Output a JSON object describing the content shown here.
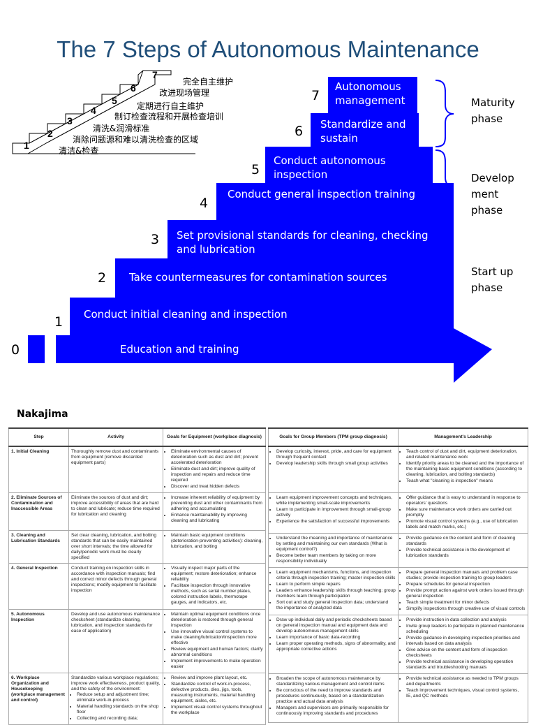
{
  "title": "The 7 Steps of Autonomous Maintenance",
  "stairs": {
    "steps": [
      {
        "num": "1",
        "label": "清洁&检查"
      },
      {
        "num": "2",
        "label": "消除问题源和难以清洗检查的区域"
      },
      {
        "num": "3",
        "label": "清洗&润滑标准"
      },
      {
        "num": "4",
        "label": "制订检查流程和开展检查培训"
      },
      {
        "num": "5",
        "label": "定期进行自主维护"
      },
      {
        "num": "6",
        "label": "改进现场管理"
      },
      {
        "num": "7",
        "label": "完全自主维护"
      }
    ]
  },
  "staircase": {
    "color": "#0000ff",
    "steps": [
      {
        "num": "0",
        "label": "Education and training"
      },
      {
        "num": "1",
        "label": "Conduct initial cleaning and inspection"
      },
      {
        "num": "2",
        "label": "Take countermeasures for contamination sources"
      },
      {
        "num": "3",
        "label": "Set provisional standards for cleaning, checking and lubrication"
      },
      {
        "num": "4",
        "label": "Conduct general inspection training"
      },
      {
        "num": "5",
        "label": "Conduct autonomous inspection"
      },
      {
        "num": "6",
        "label": "Standardize and sustain"
      },
      {
        "num": "7",
        "label": "Autonomous management"
      }
    ]
  },
  "phases": [
    {
      "label": "Maturity phase"
    },
    {
      "label": "Develop ment phase"
    },
    {
      "label": "Start up phase"
    }
  ],
  "nakajima": "Nakajima",
  "table_left": {
    "headers": [
      "Step",
      "Activity",
      "Goals for Equipment (workplace diagnosis)"
    ],
    "rows": [
      {
        "step": "1. Initial Cleaning",
        "activity": "Thoroughly remove dust and contaminants from equipment (remove discarded equipment parts)",
        "goals": [
          "Eliminate environmental causes of deterioration such as dust and dirt; prevent accelerated deterioration",
          "Eliminate dust and dirt; improve quality of inspection and repairs and reduce time required",
          "Discover and treat hidden defects"
        ]
      },
      {
        "step": "2. Eliminate Sources of Contamination and Inaccessible Areas",
        "activity": "Eliminate the sources of dust and dirt; improve accessibility of areas that are hard to clean and lubricate; reduce time required for lubrication and cleaning",
        "goals": [
          "Increase inherent reliability of equipment by preventing dust and other contaminants from adhering and accumulating",
          "Enhance maintainability by improving cleaning and lubricating"
        ]
      },
      {
        "step": "3. Cleaning and Lubrication Standards",
        "activity": "Set clear cleaning, lubrication, and bolting standards that can be easily maintained over short intervals; the time allowed for daily/periodic work must be clearly specified",
        "goals": [
          "Maintain basic equipment conditions (deterioration-preventing activities): cleaning, lubrication, and bolting"
        ]
      },
      {
        "step": "4. General Inspection",
        "activity": "Conduct training on inspection skills in accordance with inspection manuals; find and correct minor defects through general inspections; modify equipment to facilitate inspection",
        "goals": [
          "Visually inspect major parts of the equipment; restore deterioration; enhance reliability",
          "Facilitate inspection through innovative methods, such as serial number plates, colored instruction labels, thermotape gauges, and indicators, etc."
        ]
      },
      {
        "step": "5. Autonomous Inspection",
        "activity": "Develop and use autonomous maintenance checksheet (standardize cleaning, lubrication, and inspection standards for ease of application)",
        "goals": [
          "Maintain optimal equipment conditions once deterioration is restored through general inspection",
          "Use innovative visual control systems to make cleaning/lubrication/inspection more effective",
          "Review equipment and human factors; clarify abnormal conditions",
          "Implement improvements to make operation easier"
        ]
      },
      {
        "step": "6. Workplace Organization and Housekeeping (workplace management and control)",
        "activity": "Standardize various workplace regulations; improve work effectiveness, product quality, and the safety of the environment:",
        "activity_items": [
          "Reduce setup and adjustment time; eliminate work-in-process",
          "Material handling standards on the shop floor",
          "Collecting and recording data;"
        ],
        "goals": [
          "Review and improve plant layout, etc.",
          "Standardize control of work-in-process, defective products, dies, jigs, tools, measuring instruments, material handling equipment, aisles, etc.",
          "Implement visual control systems throughout the workplace"
        ]
      }
    ]
  },
  "table_right": {
    "headers": [
      "Goals for Group Members (TPM group diagnosis)",
      "Management's Leadership"
    ],
    "rows": [
      {
        "members": [
          "Develop curiosity, interest, pride, and care for equipment through frequent contact",
          "Develop leadership skills through small group activities"
        ],
        "leadership": [
          "Teach control of dust and dirt, equipment deterioration, and related maintenance work",
          "Identify priority areas to be cleaned and the importance of the maintaining basic equipment conditions (according to cleaning, lubrication, and bolting standards)",
          "Teach what \"cleaning is inspection\" means"
        ]
      },
      {
        "members": [
          "Learn equipment improvement concepts and techniques, while implementing small-scale improvements",
          "Learn to participate in improvement through small-group activity",
          "Experience the satisfaction of successful improvements"
        ],
        "leadership": [
          "Offer guidance that is easy to understand in response to operators' questions",
          "Make sure maintenance work orders are carried out promptly",
          "Promote visual control systems (e.g., use of lubrication labels and match marks, etc.)"
        ]
      },
      {
        "members": [
          "Understand the meaning and importance of maintenance by setting and maintaining our own standards (What is equipment control?)",
          "Become better team members by taking on more responsibility individually"
        ],
        "leadership": [
          "Provide guidance on the content and form of cleaning standards",
          "Provide technical assistance in the development of lubrication standards"
        ]
      },
      {
        "members": [
          "Learn equipment mechanisms, functions, and inspection criteria through inspection training; master inspection skills",
          "Learn to perform simple repairs",
          "Leaders enhance leadership skills through teaching; group members learn through participation",
          "Sort out and study general inspection data; understand the importance of analyzed data"
        ],
        "leadership": [
          "Prepare general inspection manuals and problem case studies; provide inspection training to group leaders",
          "Prepare schedules for general inspection",
          "Provide prompt action against work orders issued through general inspection",
          "Teach simple treatment for minor defects",
          "Simplify inspections through creative use of visual controls"
        ]
      },
      {
        "members": [
          "Draw up individual daily and periodic checksheets based on general inspection manual and equipment data and develop autonomous management skills",
          "Learn importance of basic data-recording",
          "Learn proper operating methods, signs of abnormality, and appropriate corrective actions"
        ],
        "leadership": [
          "Provide instruction in data collection and analysis",
          "Invite group leaders to participate in planned maintenance scheduling",
          "Provide guidance in developing inspection priorities and intervals based on data analysis",
          "Give advice on the content and form of inspection checksheets",
          "Provide technical assistance in developing operation standards and troubleshooting manuals"
        ]
      },
      {
        "members": [
          "Broaden the scope of autonomous maintenance by standardizing various management and control items",
          "Be conscious of the need to improve standards and procedures continuously, based on a standardization practice and actual data analysis",
          "Managers and supervisors are primarily responsible for continuously improving standards and procedures"
        ],
        "leadership": [
          "Provide technical assistance as needed to TPM groups and departments",
          "Teach improvement techniques, visual control systems, IE, and QC methods"
        ]
      }
    ]
  }
}
